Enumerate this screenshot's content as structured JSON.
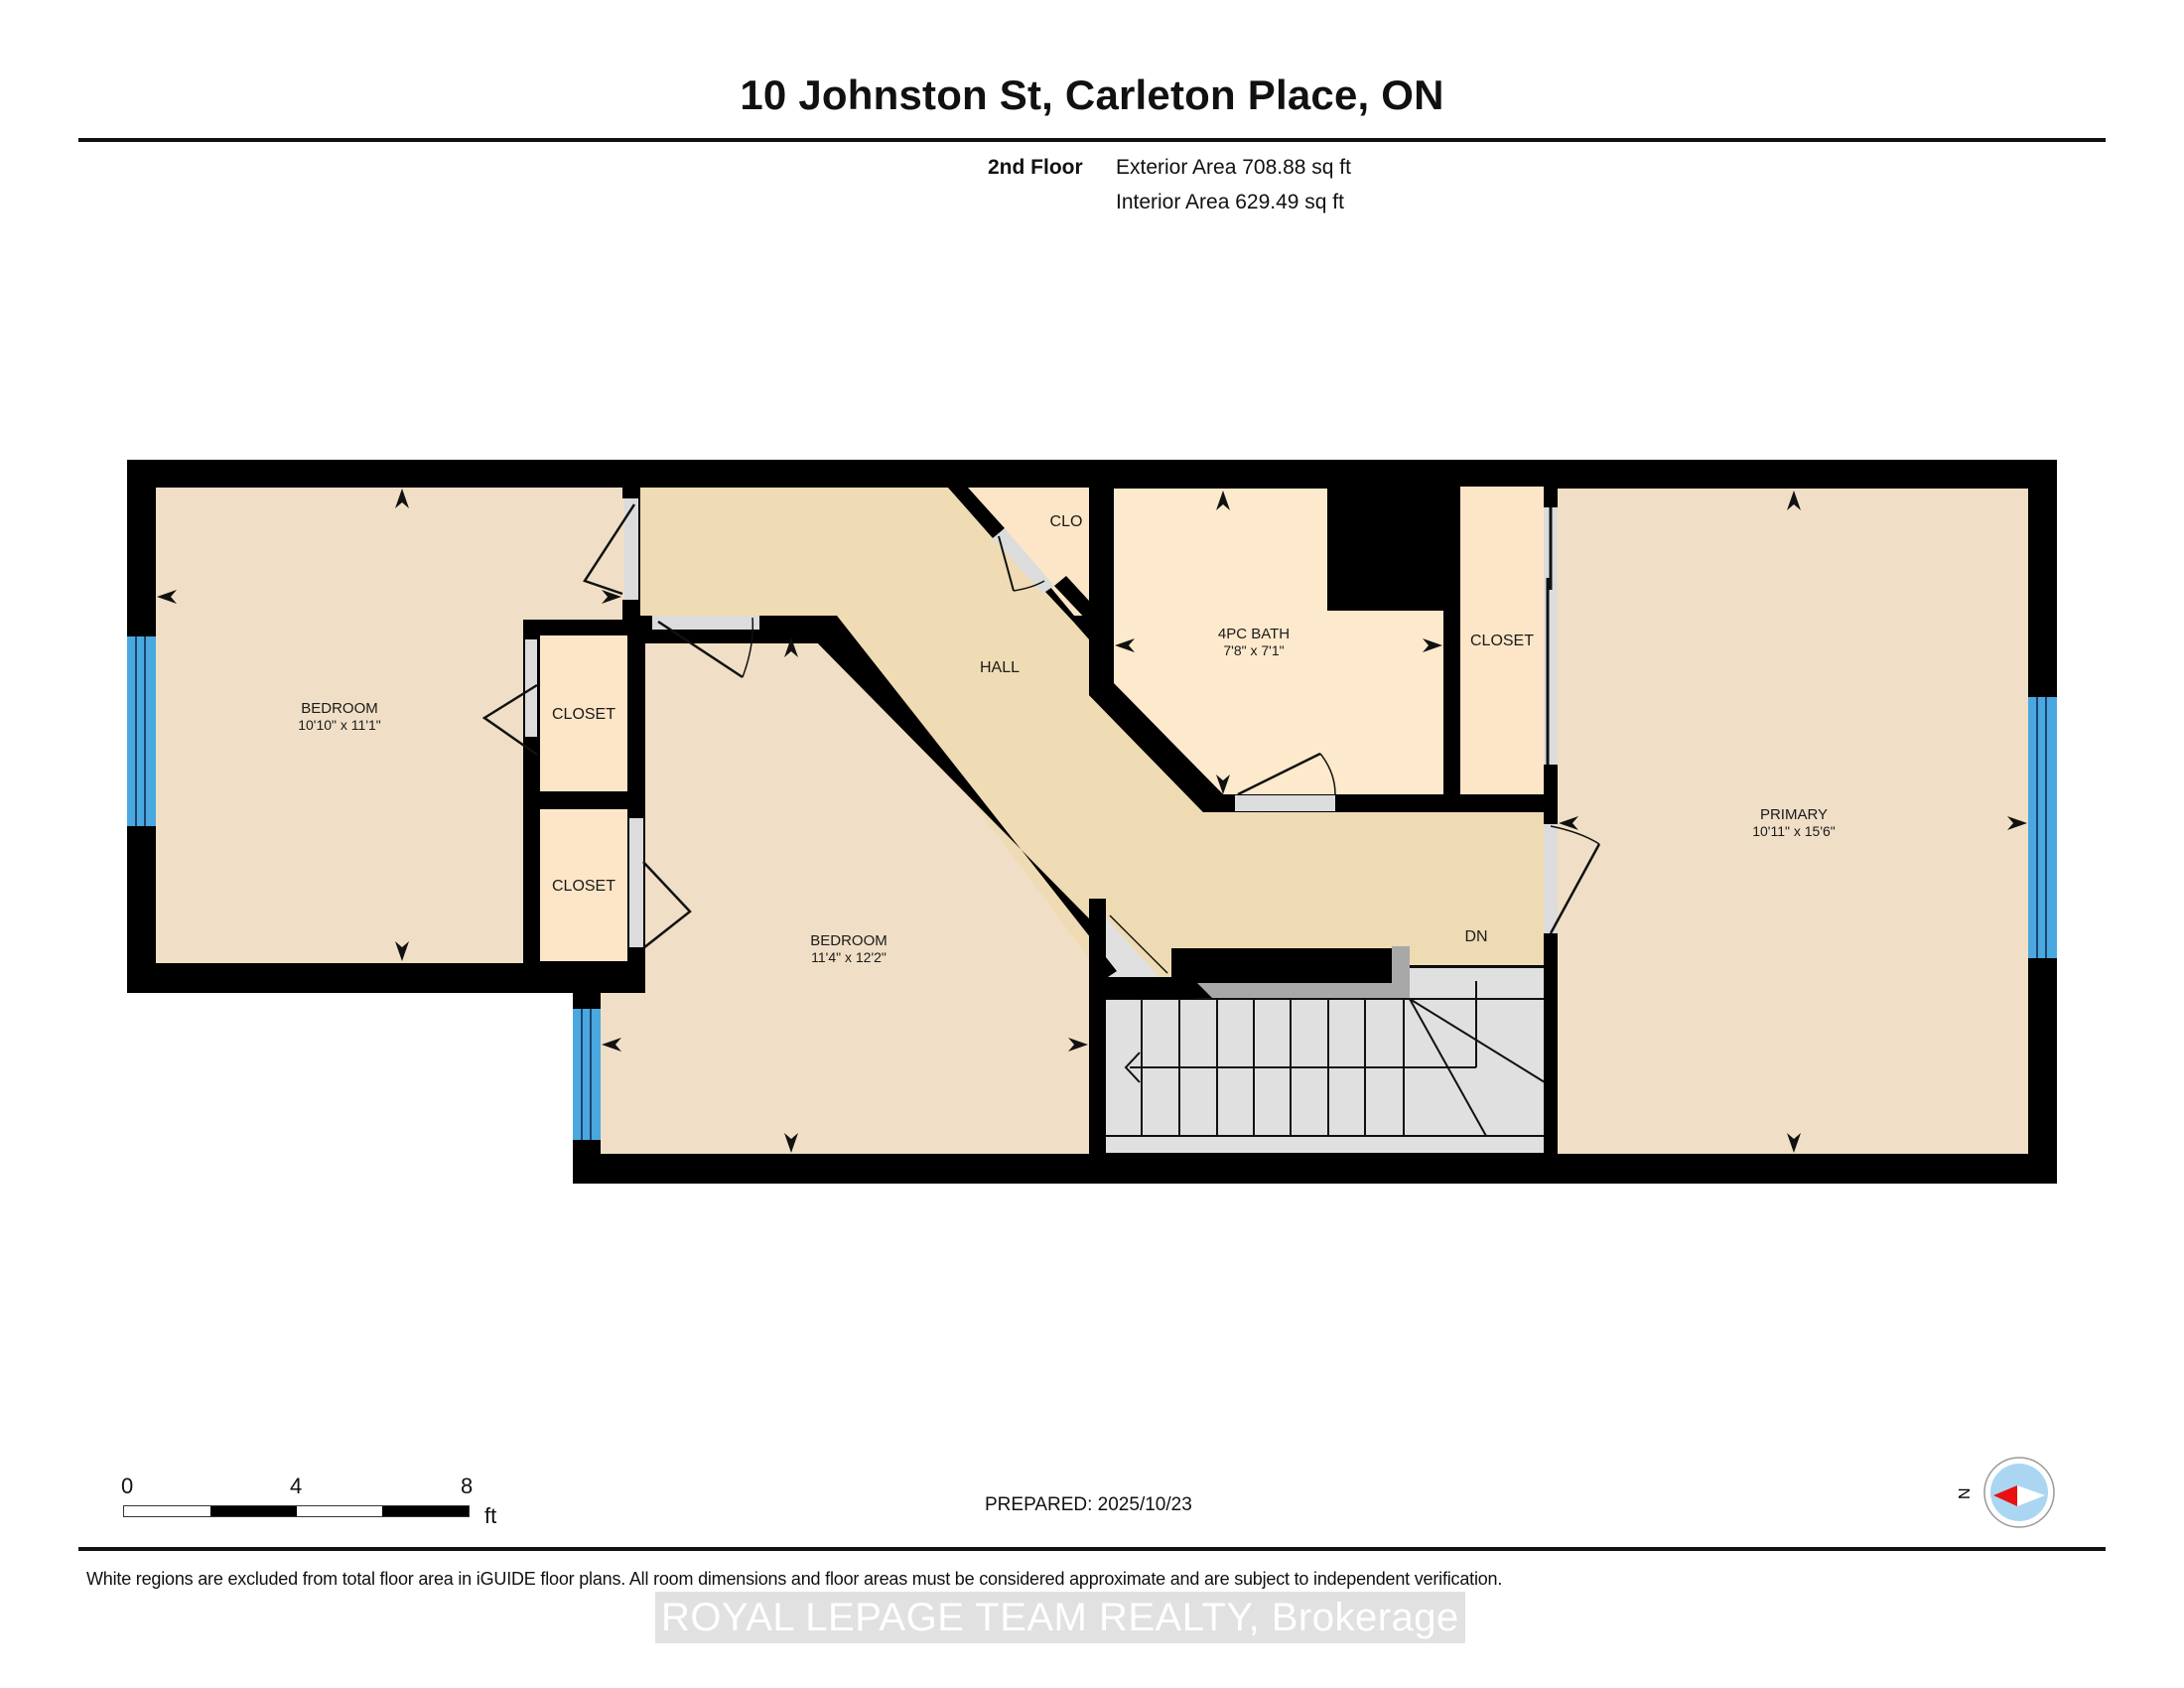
{
  "header": {
    "title": "10 Johnston St, Carleton Place, ON",
    "floor_name": "2nd Floor",
    "exterior_area": "Exterior Area 708.88 sq ft",
    "interior_area": "Interior Area 629.49 sq ft"
  },
  "rooms": {
    "bedroom1": {
      "label": "BEDROOM",
      "dims": "10'10\" x 11'1\""
    },
    "closet1": {
      "label": "CLOSET"
    },
    "closet2": {
      "label": "CLOSET"
    },
    "bedroom2": {
      "label": "BEDROOM",
      "dims": "11'4\" x 12'2\""
    },
    "clo": {
      "label": "CLO"
    },
    "hall": {
      "label": "HALL"
    },
    "bath": {
      "label": "4PC BATH",
      "dims": "7'8\" x 7'1\""
    },
    "closet3": {
      "label": "CLOSET"
    },
    "primary": {
      "label": "PRIMARY",
      "dims": "10'11\" x 15'6\""
    },
    "stairs": {
      "label": "DN"
    }
  },
  "colors": {
    "wall": "#000000",
    "room_fill": "#f0dfc6",
    "hall_fill": "#efdcb5",
    "closet_fill": "#fde6c8",
    "bath_fill": "#fde9cc",
    "stair_fill": "#e0e0e0",
    "window": "#4aa8e0",
    "door_gap": "#dcdcdc"
  },
  "scale_bar": {
    "ticks": [
      "0",
      "4",
      "8"
    ],
    "unit": "ft"
  },
  "footer": {
    "prepared": "PREPARED: 2025/10/23",
    "compass_label": "N",
    "disclaimer": "White regions are excluded from total floor area in iGUIDE floor plans. All room dimensions and floor areas must be considered approximate and are subject to independent verification.",
    "watermark": "ROYAL LEPAGE TEAM REALTY, Brokerage"
  }
}
